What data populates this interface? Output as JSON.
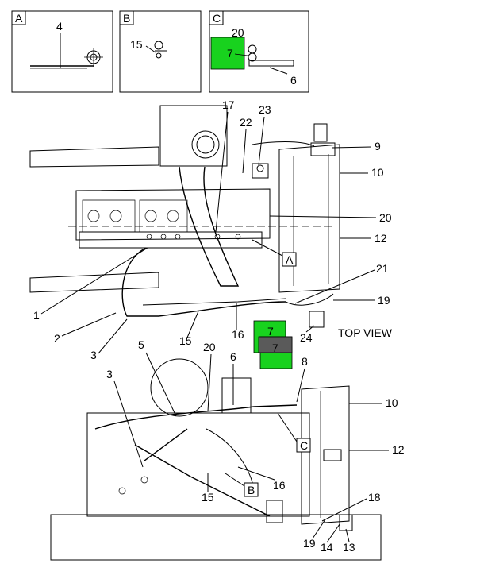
{
  "insets": [
    {
      "letter": "A",
      "callouts": [
        "4"
      ]
    },
    {
      "letter": "B",
      "callouts": [
        "15"
      ]
    },
    {
      "letter": "C",
      "callouts": [
        "20",
        "7",
        "6"
      ]
    }
  ],
  "top_view": {
    "caption": "TOP VIEW",
    "callouts": [
      "17",
      "23",
      "22",
      "9",
      "10",
      "20",
      "12",
      "1",
      "2",
      "3",
      "15",
      "16",
      "21",
      "19",
      "24"
    ],
    "marker_A": "A"
  },
  "lower_view": {
    "callouts": [
      "3",
      "5",
      "20",
      "6",
      "8",
      "10",
      "12",
      "16",
      "15",
      "18",
      "19",
      "14",
      "13"
    ],
    "marker_B": "B",
    "marker_C": "C"
  },
  "highlight": {
    "label": "7",
    "green": "#18d21e",
    "gray": "#5a5a5a"
  }
}
